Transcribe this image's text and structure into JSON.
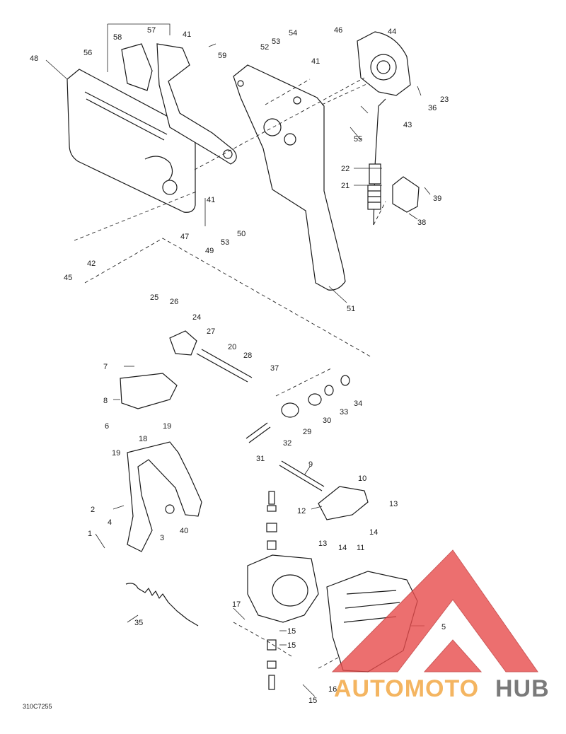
{
  "diagram_code": "310C7255",
  "labels": [
    {
      "id": "p1",
      "text": "1"
    },
    {
      "id": "p2",
      "text": "2"
    },
    {
      "id": "p3",
      "text": "3"
    },
    {
      "id": "p4",
      "text": "4"
    },
    {
      "id": "p5",
      "text": "5"
    },
    {
      "id": "p6",
      "text": "6"
    },
    {
      "id": "p7",
      "text": "7"
    },
    {
      "id": "p8",
      "text": "8"
    },
    {
      "id": "p9",
      "text": "9"
    },
    {
      "id": "p10",
      "text": "10"
    },
    {
      "id": "p11",
      "text": "11"
    },
    {
      "id": "p12",
      "text": "12"
    },
    {
      "id": "p13a",
      "text": "13"
    },
    {
      "id": "p13b",
      "text": "13"
    },
    {
      "id": "p14a",
      "text": "14"
    },
    {
      "id": "p14b",
      "text": "14"
    },
    {
      "id": "p15a",
      "text": "15"
    },
    {
      "id": "p15b",
      "text": "15"
    },
    {
      "id": "p15c",
      "text": "15"
    },
    {
      "id": "p16",
      "text": "16"
    },
    {
      "id": "p17",
      "text": "17"
    },
    {
      "id": "p18",
      "text": "18"
    },
    {
      "id": "p19a",
      "text": "19"
    },
    {
      "id": "p19b",
      "text": "19"
    },
    {
      "id": "p20",
      "text": "20"
    },
    {
      "id": "p21",
      "text": "21"
    },
    {
      "id": "p22",
      "text": "22"
    },
    {
      "id": "p23",
      "text": "23"
    },
    {
      "id": "p24",
      "text": "24"
    },
    {
      "id": "p25",
      "text": "25"
    },
    {
      "id": "p26",
      "text": "26"
    },
    {
      "id": "p27",
      "text": "27"
    },
    {
      "id": "p28",
      "text": "28"
    },
    {
      "id": "p29",
      "text": "29"
    },
    {
      "id": "p30",
      "text": "30"
    },
    {
      "id": "p31",
      "text": "31"
    },
    {
      "id": "p32",
      "text": "32"
    },
    {
      "id": "p33",
      "text": "33"
    },
    {
      "id": "p34",
      "text": "34"
    },
    {
      "id": "p35",
      "text": "35"
    },
    {
      "id": "p36",
      "text": "36"
    },
    {
      "id": "p37",
      "text": "37"
    },
    {
      "id": "p38",
      "text": "38"
    },
    {
      "id": "p39",
      "text": "39"
    },
    {
      "id": "p40",
      "text": "40"
    },
    {
      "id": "p41a",
      "text": "41"
    },
    {
      "id": "p41b",
      "text": "41"
    },
    {
      "id": "p41c",
      "text": "41"
    },
    {
      "id": "p42",
      "text": "42"
    },
    {
      "id": "p43",
      "text": "43"
    },
    {
      "id": "p44",
      "text": "44"
    },
    {
      "id": "p45",
      "text": "45"
    },
    {
      "id": "p46",
      "text": "46"
    },
    {
      "id": "p47",
      "text": "47"
    },
    {
      "id": "p48",
      "text": "48"
    },
    {
      "id": "p49",
      "text": "49"
    },
    {
      "id": "p50",
      "text": "50"
    },
    {
      "id": "p51",
      "text": "51"
    },
    {
      "id": "p52",
      "text": "52"
    },
    {
      "id": "p53a",
      "text": "53"
    },
    {
      "id": "p53b",
      "text": "53"
    },
    {
      "id": "p54",
      "text": "54"
    },
    {
      "id": "p55",
      "text": "55"
    },
    {
      "id": "p56",
      "text": "56"
    },
    {
      "id": "p57",
      "text": "57"
    },
    {
      "id": "p58",
      "text": "58"
    },
    {
      "id": "p59",
      "text": "59"
    }
  ],
  "watermark": {
    "text_part1": "AUTOMOTO",
    "text_part2": "HUB",
    "color_part1": "#f2a33a",
    "color_part2": "#5a5a5a",
    "logo_color": "#e84c4c"
  }
}
